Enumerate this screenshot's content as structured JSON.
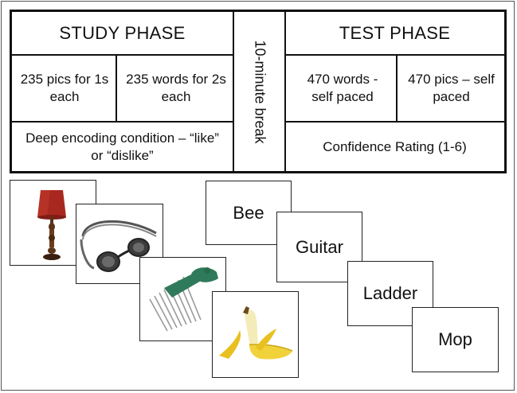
{
  "study": {
    "header": "STUDY PHASE",
    "pics_cell": "235 pics for 1s each",
    "words_cell": "235 words for 2s each",
    "condition": "Deep encoding condition – “like” or “dislike”"
  },
  "break_label": "10-minute break",
  "test": {
    "header": "TEST PHASE",
    "words_cell": "470 words - self paced",
    "pics_cell": "470 pics – self paced",
    "rating": "Confidence Rating (1-6)"
  },
  "picture_cards": [
    {
      "icon": "lamp-icon"
    },
    {
      "icon": "goggles-icon"
    },
    {
      "icon": "hair-pick-icon"
    },
    {
      "icon": "banana-icon"
    }
  ],
  "word_cards": [
    "Bee",
    "Guitar",
    "Ladder",
    "Mop"
  ],
  "colors": {
    "lampshade": "#a8281f",
    "lamp_base": "#5a3418",
    "goggles": "#4a4a4a",
    "pick_handle": "#2f7a5a",
    "banana": "#f2d23a"
  }
}
